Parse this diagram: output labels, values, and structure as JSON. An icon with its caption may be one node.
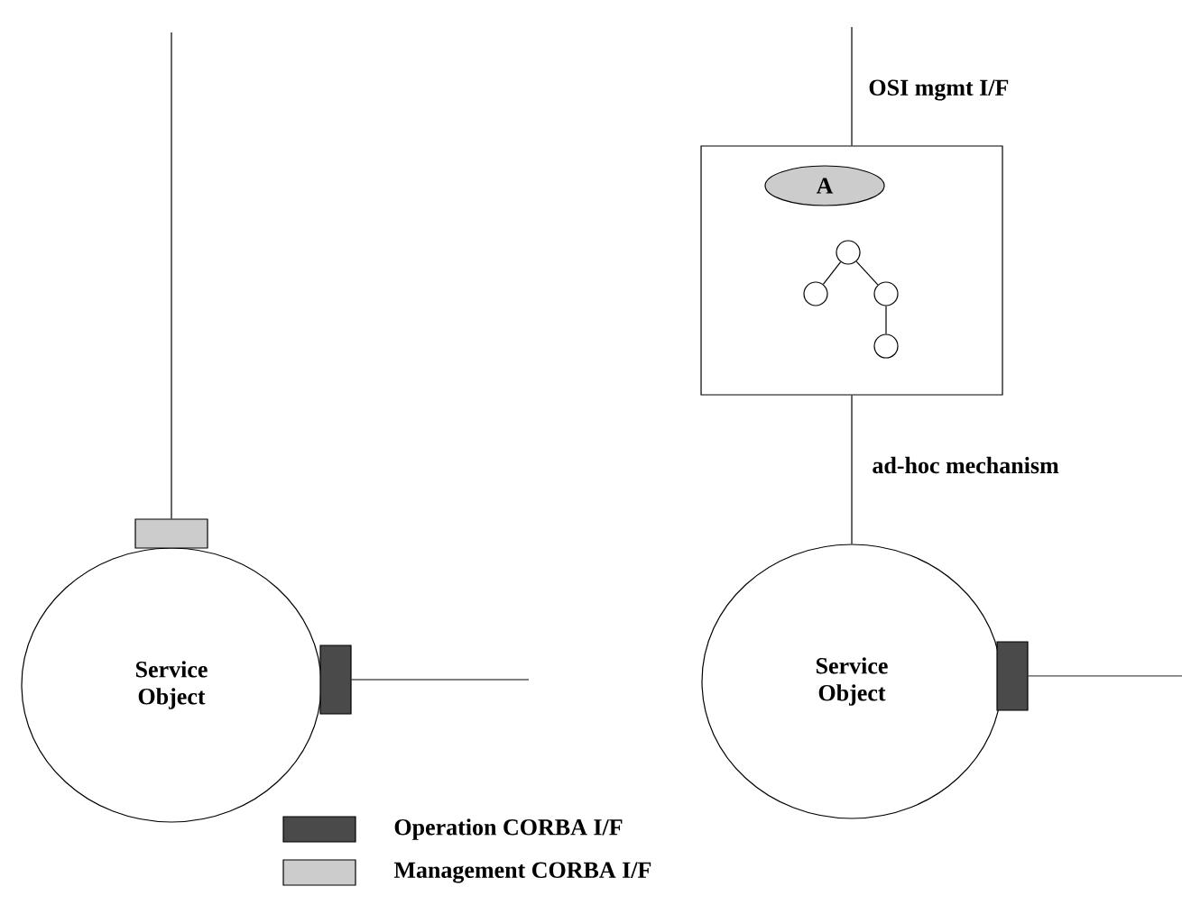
{
  "diagram": {
    "nodes": [
      {
        "text": [
          "Service Object"
        ]
      },
      {
        "text": [],
        "shape": "box"
      },
      {
        "text": [],
        "shape": "box"
      },
      {
        "text": [
          "Service Object"
        ]
      },
      {
        "text": [],
        "shape": "box"
      },
      {
        "text": [],
        "shape": "box"
      },
      {
        "text": [
          "A"
        ],
        "in": 5
      },
      {
        "text": [],
        "shape": "circle",
        "in": 5
      },
      {
        "text": [],
        "shape": "circle",
        "in": 5
      },
      {
        "text": [],
        "shape": "circle",
        "in": 5
      },
      {
        "text": [],
        "shape": "circle",
        "in": 5
      }
    ],
    "edges": [
      {
        "from": null,
        "to": 1,
        "arrow": "none"
      },
      {
        "from": 2,
        "to": null,
        "arrow": "none"
      },
      {
        "from": null,
        "to": 5,
        "arrow": "none",
        "label": "OSI mgmt I/F"
      },
      {
        "from": 5,
        "to": 3,
        "arrow": "none",
        "label": "ad-hoc mechanism"
      },
      {
        "from": 4,
        "to": null,
        "arrow": "none"
      },
      {
        "from": 7,
        "to": 8,
        "arrow": "none"
      },
      {
        "from": 7,
        "to": 9,
        "arrow": "none"
      },
      {
        "from": 9,
        "to": 10,
        "arrow": "none"
      }
    ],
    "legend": [
      {
        "text": "Operation  CORBA I/F",
        "color": "#4a4a4a"
      },
      {
        "text": "Management  CORBA I/F",
        "color": "#cccccc"
      }
    ]
  }
}
